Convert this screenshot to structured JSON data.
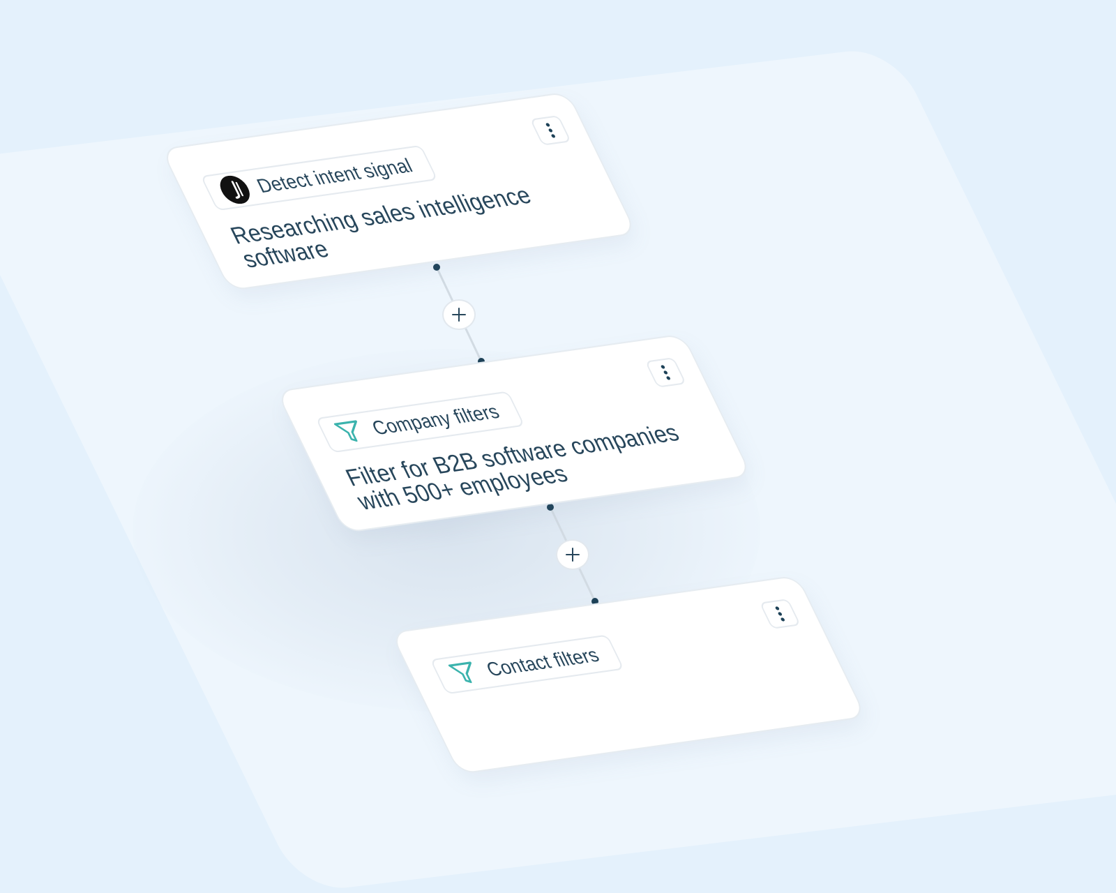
{
  "steps": [
    {
      "tag_label": "Detect intent signal",
      "tag_icon": "intent-signal-logo-icon",
      "title": "Researching sales intelligence software",
      "menu_icon": "more-vertical-icon"
    },
    {
      "tag_label": "Company filters",
      "tag_icon": "filter-funnel-icon",
      "title": "Filter for B2B software companies with 500+ employees",
      "menu_icon": "more-vertical-icon"
    },
    {
      "tag_label": "Contact filters",
      "tag_icon": "filter-funnel-icon",
      "title": "",
      "menu_icon": "more-vertical-icon"
    }
  ],
  "connectors": [
    {
      "add_icon": "plus-icon"
    },
    {
      "add_icon": "plus-icon"
    }
  ],
  "colors": {
    "background": "#e4f1fc",
    "panel": "#eef6fd",
    "text": "#27465b",
    "connector_dot": "#1d4157",
    "filter_accent": "#3bb3ad",
    "card": "#ffffff",
    "border": "#e5eaef"
  }
}
